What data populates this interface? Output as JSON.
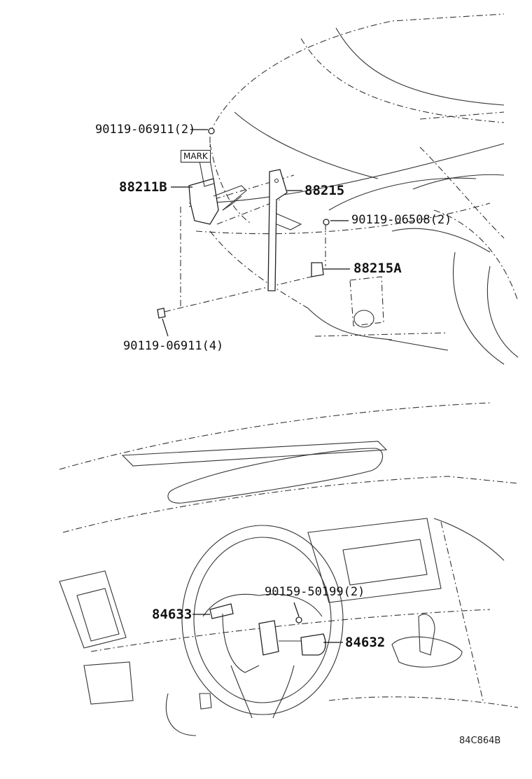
{
  "callouts": {
    "bolt_top": "90119-06911(2)",
    "mark": "MARK",
    "sensor": "88211B",
    "bracket": "88215",
    "bolt_right": "90119-06508(2)",
    "bracket_a": "88215A",
    "bolt_bottom": "90119-06911(4)",
    "screw_wheel": "90159-50199(2)",
    "switch_left": "84633",
    "switch_right": "84632"
  },
  "figure_code": "84C864B"
}
